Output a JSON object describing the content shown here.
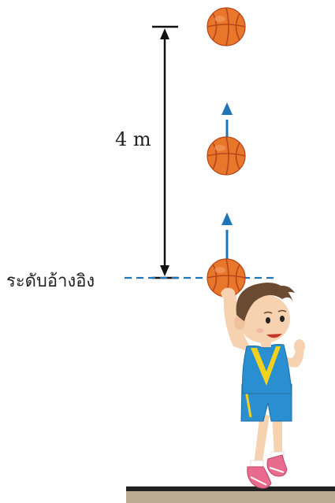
{
  "diagram": {
    "height_label": "4 m",
    "reference_label": "ระดับอ้างอิง"
  },
  "colors": {
    "ball": "#e8762b",
    "ball_seam": "#b5461a",
    "arrow": "#1f74b8",
    "reference_line": "#1f74b8",
    "dimension_line": "#111111",
    "floor_top": "#222222",
    "floor": "#b9ab94",
    "shirt": "#2a8fd0",
    "shirt_trim": "#f2d21c",
    "skin": "#f6d2b0",
    "hair": "#6b4a32",
    "shoes": "#e86a8c"
  },
  "icons": [
    "basketball-icon",
    "up-arrow-icon",
    "boy-player-illustration"
  ]
}
